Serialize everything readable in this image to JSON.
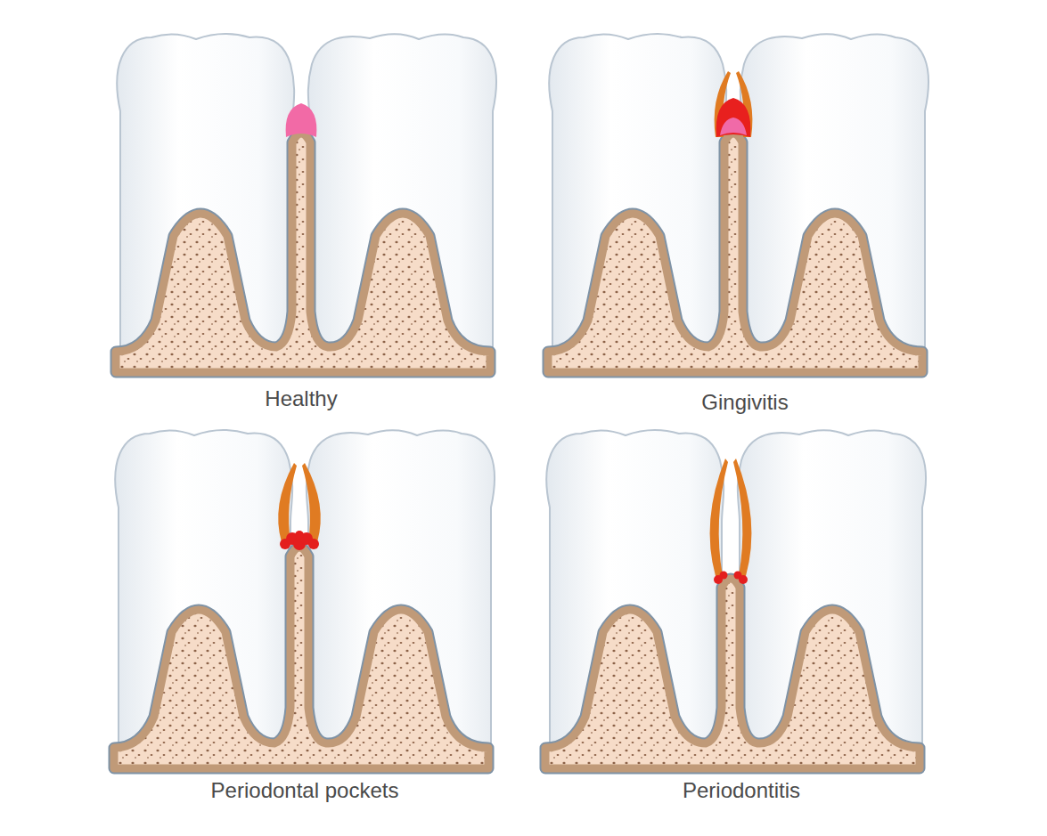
{
  "diagram": {
    "labels": [
      "Healthy",
      "Gingivitis",
      "Periodontal pockets",
      "Periodontitis"
    ]
  }
}
